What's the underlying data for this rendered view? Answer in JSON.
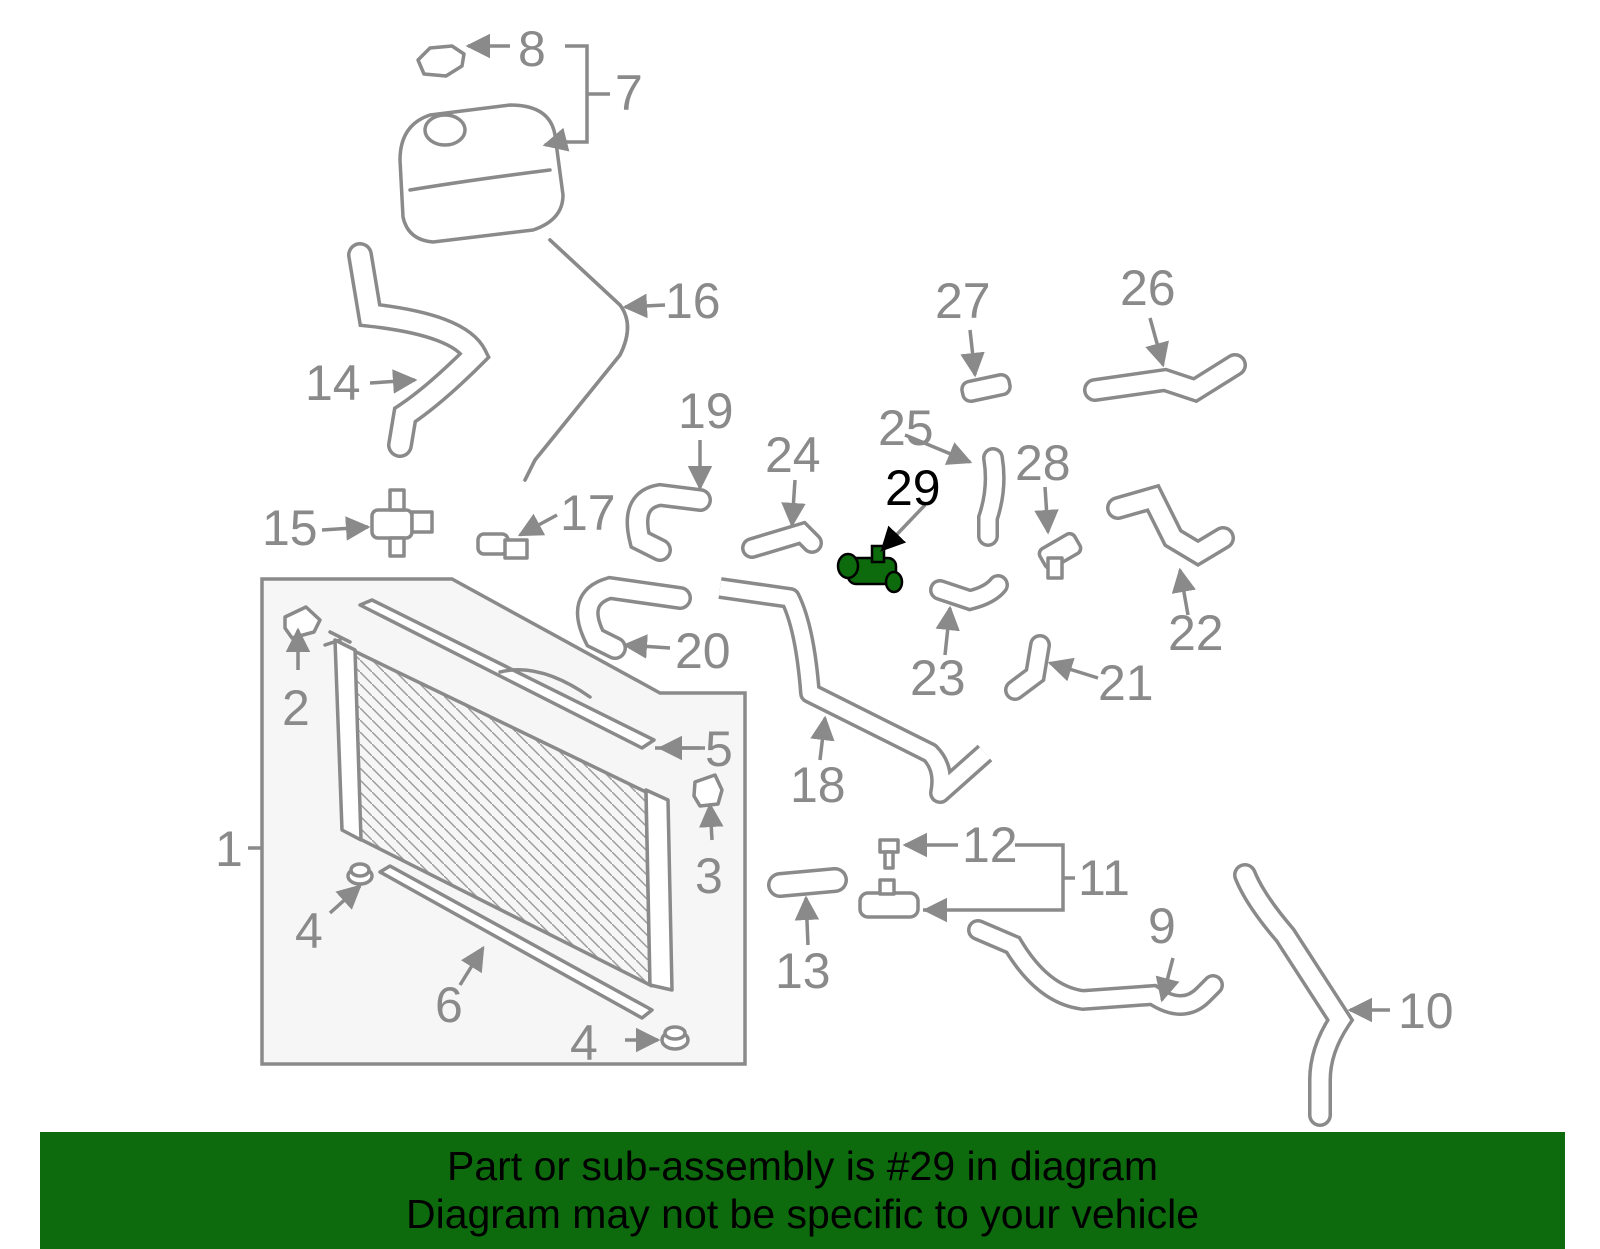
{
  "diagram": {
    "labels": [
      "1",
      "2",
      "3",
      "4",
      "4",
      "5",
      "6",
      "7",
      "8",
      "9",
      "10",
      "11",
      "12",
      "13",
      "14",
      "15",
      "16",
      "17",
      "18",
      "19",
      "20",
      "21",
      "22",
      "23",
      "24",
      "25",
      "26",
      "27",
      "28",
      "29"
    ],
    "highlighted_part": "29",
    "highlight_color": "#0d6b0d"
  },
  "banner": {
    "line1": "Part or sub-assembly is #29 in diagram",
    "line2": "Diagram may not be specific to your vehicle",
    "background": "#0d6b0d"
  }
}
